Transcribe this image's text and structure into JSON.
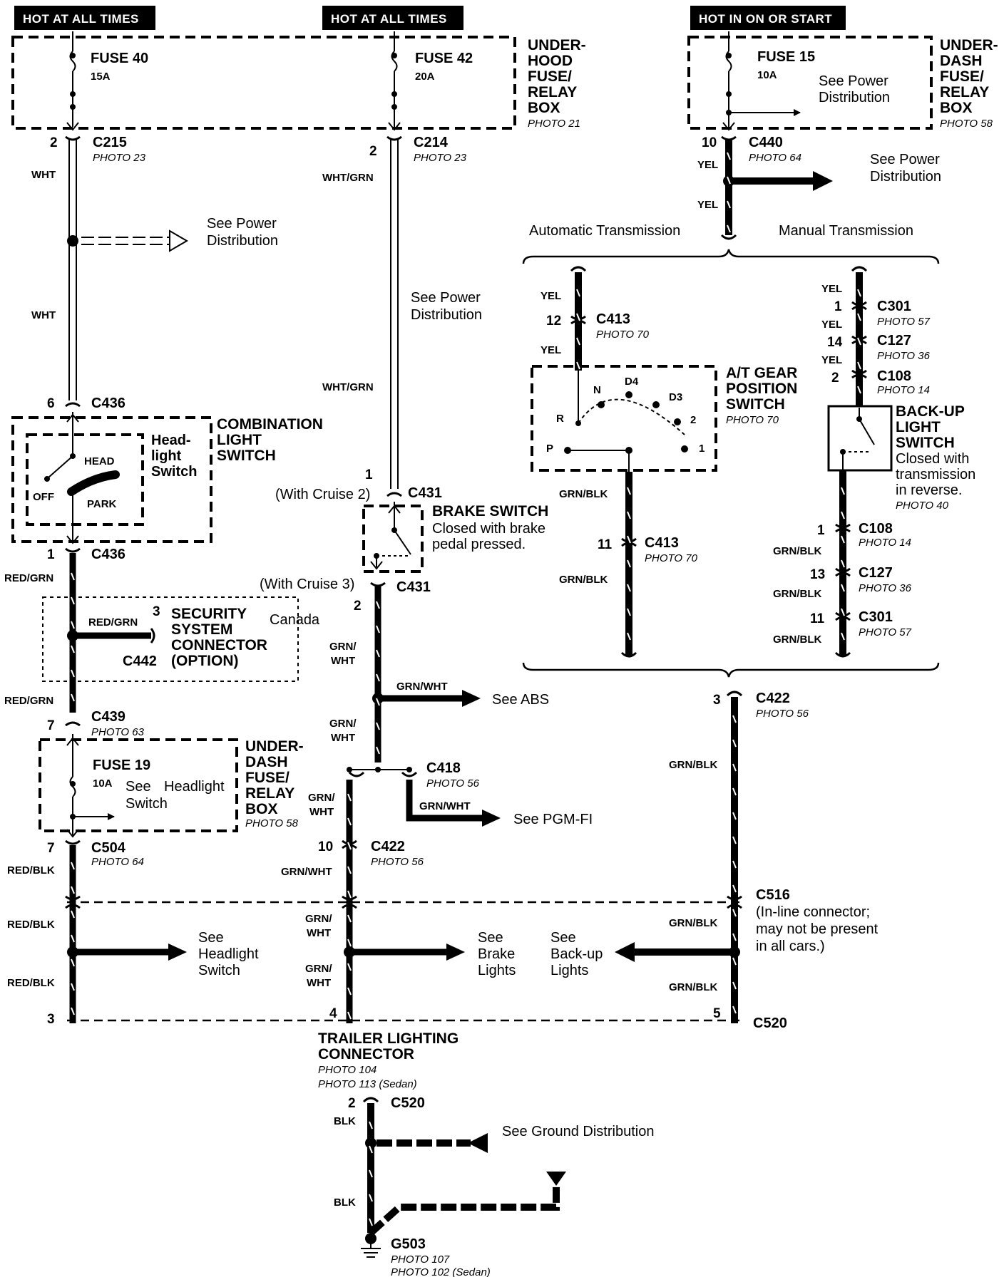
{
  "headers": {
    "left": "HOT AT ALL TIMES",
    "middle": "HOT AT ALL TIMES",
    "right": "HOT IN ON OR START"
  },
  "fuses": {
    "fuse40": {
      "name": "FUSE 40",
      "rating": "15A"
    },
    "fuse42": {
      "name": "FUSE 42",
      "rating": "20A"
    },
    "fuse15": {
      "name": "FUSE 15",
      "rating": "10A",
      "note": "See Power Distribution"
    },
    "fuse19": {
      "name": "FUSE 19",
      "rating": "10A",
      "note": "See Headlight Switch"
    }
  },
  "boxes": {
    "underhood": {
      "lines": [
        "UNDER-",
        "HOOD",
        "FUSE/",
        "RELAY",
        "BOX"
      ],
      "photo": "PHOTO 21"
    },
    "underdash_top": {
      "lines": [
        "UNDER-",
        "DASH",
        "FUSE/",
        "RELAY",
        "BOX"
      ],
      "photo": "PHOTO 58"
    },
    "underdash_bottom": {
      "lines": [
        "UNDER-",
        "DASH",
        "FUSE/",
        "RELAY",
        "BOX"
      ],
      "photo": "PHOTO 58"
    },
    "combination": {
      "lines": [
        "COMBINATION",
        "LIGHT",
        "SWITCH"
      ],
      "inner": [
        "Head-",
        "light",
        "Switch"
      ],
      "head": "HEAD",
      "off": "OFF",
      "park": "PARK"
    },
    "security": {
      "lines": [
        "SECURITY",
        "SYSTEM",
        "CONNECTOR",
        "(OPTION)"
      ],
      "pin": "3",
      "wire": "RED/GRN",
      "connector": "C442",
      "region": "Canada"
    },
    "brake": {
      "title": "BRAKE SWITCH",
      "desc": [
        "Closed with brake",
        "pedal pressed."
      ],
      "with_cruise_top": "(With Cruise 2)",
      "with_cruise_bottom": "(With Cruise 3)"
    },
    "at_gear": {
      "lines": [
        "A/T GEAR",
        "POSITION",
        "SWITCH"
      ],
      "photo": "PHOTO 70",
      "positions": [
        "R",
        "N",
        "D4",
        "D3",
        "2",
        "1",
        "P"
      ]
    },
    "backup": {
      "lines": [
        "BACK-UP",
        "LIGHT",
        "SWITCH"
      ],
      "desc": [
        "Closed with",
        "transmission",
        "in reverse."
      ],
      "photo": "PHOTO 40"
    }
  },
  "connectors": {
    "c215": {
      "id": "C215",
      "photo": "PHOTO 23",
      "pin": "2"
    },
    "c214": {
      "id": "C214",
      "photo": "PHOTO 23",
      "pin": "2"
    },
    "c440": {
      "id": "C440",
      "photo": "PHOTO 64",
      "pin": "10"
    },
    "c436a": {
      "id": "C436",
      "pin": "6"
    },
    "c436b": {
      "id": "C436",
      "pin": "1"
    },
    "c431a": {
      "id": "C431",
      "pin": "1"
    },
    "c431b": {
      "id": "C431",
      "pin": "2"
    },
    "c413a": {
      "id": "C413",
      "photo": "PHOTO 70",
      "pin": "12"
    },
    "c413b": {
      "id": "C413",
      "photo": "PHOTO 70",
      "pin": "11"
    },
    "c301a": {
      "id": "C301",
      "photo": "PHOTO 57",
      "pin": "1"
    },
    "c127a": {
      "id": "C127",
      "photo": "PHOTO 36",
      "pin": "14"
    },
    "c108a": {
      "id": "C108",
      "photo": "PHOTO 14",
      "pin": "2"
    },
    "c108b": {
      "id": "C108",
      "photo": "PHOTO 14",
      "pin": "1"
    },
    "c127b": {
      "id": "C127",
      "photo": "PHOTO 36",
      "pin": "13"
    },
    "c301b": {
      "id": "C301",
      "photo": "PHOTO 57",
      "pin": "11"
    },
    "c439": {
      "id": "C439",
      "photo": "PHOTO 63",
      "pin": "7"
    },
    "c418": {
      "id": "C418",
      "photo": "PHOTO 56"
    },
    "c422a": {
      "id": "C422",
      "photo": "PHOTO 56",
      "pin": "3"
    },
    "c422b": {
      "id": "C422",
      "photo": "PHOTO 56",
      "pin": "10"
    },
    "c504": {
      "id": "C504",
      "photo": "PHOTO 64",
      "pin": "7"
    },
    "c516": {
      "id": "C516",
      "desc": [
        "(In-line connector;",
        "may not be present",
        "in all cars.)"
      ]
    },
    "c520a": {
      "id": "C520",
      "pins": [
        "3",
        "4",
        "5"
      ]
    },
    "c520b": {
      "id": "C520",
      "pin": "2"
    }
  },
  "wires": {
    "wht": "WHT",
    "wht_grn": "WHT/GRN",
    "yel": "YEL",
    "red_grn": "RED/GRN",
    "red_blk": "RED/BLK",
    "grn_blk": "GRN/BLK",
    "grn_wht": "GRN/WHT",
    "grn_wht_stack": [
      "GRN/",
      "WHT"
    ],
    "blk": "BLK"
  },
  "references": {
    "power_dist": [
      "See Power",
      "Distribution"
    ],
    "abs": "See ABS",
    "pgmfi": "See PGM-FI",
    "headlight": [
      "See",
      "Headlight",
      "Switch"
    ],
    "brake_lights": [
      "See",
      "Brake",
      "Lights"
    ],
    "backup_lights": [
      "See",
      "Back-up",
      "Lights"
    ],
    "ground": "See Ground Distribution"
  },
  "transmission": {
    "automatic": "Automatic Transmission",
    "manual": "Manual Transmission"
  },
  "trailer": {
    "lines": [
      "TRAILER LIGHTING",
      "CONNECTOR"
    ],
    "photo1": "PHOTO 104",
    "photo2": "PHOTO 113 (Sedan)"
  },
  "ground": {
    "id": "G503",
    "photo1": "PHOTO 107",
    "photo2": "PHOTO 102 (Sedan)"
  }
}
